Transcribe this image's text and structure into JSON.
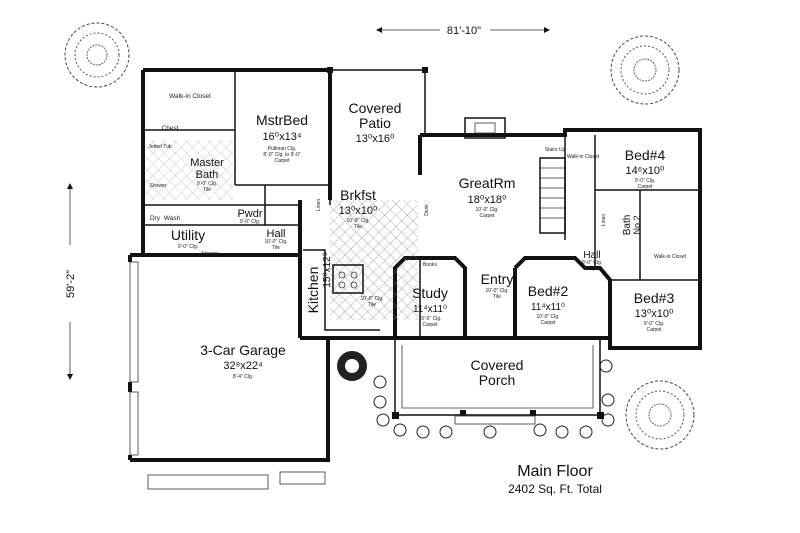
{
  "plan": {
    "overall_width": "81'-10\"",
    "overall_depth": "59'-2\"",
    "title": "Main Floor",
    "subtitle": "2402 Sq. Ft. Total"
  },
  "rooms": {
    "mstrbed": {
      "name": "MstrBed",
      "dim": "16⁰x13⁴",
      "note1": "Pullman Clg.",
      "note2": "8'-0\" Clg. to 9'-0\"",
      "note3": "Carpet"
    },
    "covered_patio": {
      "name1": "Covered",
      "name2": "Patio",
      "dim": "13⁰x16⁰"
    },
    "greatrm": {
      "name": "GreatRm",
      "dim": "18⁰x18⁰",
      "note1": "10'-0\" Clg.",
      "note2": "Carpet"
    },
    "bed4": {
      "name": "Bed#4",
      "dim": "14⁶x10⁰",
      "note1": "9'-0\" Clg.",
      "note2": "Carpet"
    },
    "master_bath": {
      "name1": "Master",
      "name2": "Bath",
      "note1": "9'-0\" Clg.",
      "note2": "Tile"
    },
    "brkfst": {
      "name": "Brkfst",
      "dim": "13⁰x10⁰",
      "note1": "10'-0\" Clg.",
      "note2": "Tile"
    },
    "pwdr": {
      "name": "Pwdr",
      "note": "9'-0\" Clg."
    },
    "utility": {
      "name": "Utility",
      "note": "9'-0\" Clg."
    },
    "hall_left": {
      "name": "Hall",
      "note1": "10'-0\" Clg.",
      "note2": "Tile"
    },
    "kitchen": {
      "name": "Kitchen",
      "dim": "15⁰x12⁰",
      "note1": "10'-0\" Clg.",
      "note2": "Tile"
    },
    "study": {
      "name": "Study",
      "dim": "11⁴x11⁰",
      "note1": "10'-0\" Clg.",
      "note2": "Carpet"
    },
    "entry": {
      "name": "Entry",
      "note1": "10'-0\" Clg.",
      "note2": "Tile"
    },
    "bed2": {
      "name": "Bed#2",
      "dim": "11⁴x11⁰",
      "note1": "10'-0\" Clg.",
      "note2": "Carpet"
    },
    "bed3": {
      "name": "Bed#3",
      "dim": "13⁰x10⁰",
      "note1": "9'-0\" Clg.",
      "note2": "Carpet"
    },
    "hall_right": {
      "name": "Hall",
      "note1": "9'-0\" Clg.",
      "note2": "Carpet"
    },
    "bath2": {
      "name": "Bath",
      "num": "No.2"
    },
    "garage": {
      "name": "3-Car Garage",
      "dim": "32⁸x22⁴",
      "note": "8'-4\" Clg."
    },
    "covered_porch": {
      "name1": "Covered",
      "name2": "Porch"
    }
  },
  "misc": {
    "walk_in_closet": "Walk-in Closet",
    "chest": "Chest",
    "jetted_tub": "Jetted Tub",
    "shower": "Shower",
    "dry": "Dry",
    "wash": "Wash",
    "storage": "Storage",
    "books": "Books",
    "stairs_up": "Stairs Up",
    "linen": "Linen",
    "desk": "Desk"
  }
}
